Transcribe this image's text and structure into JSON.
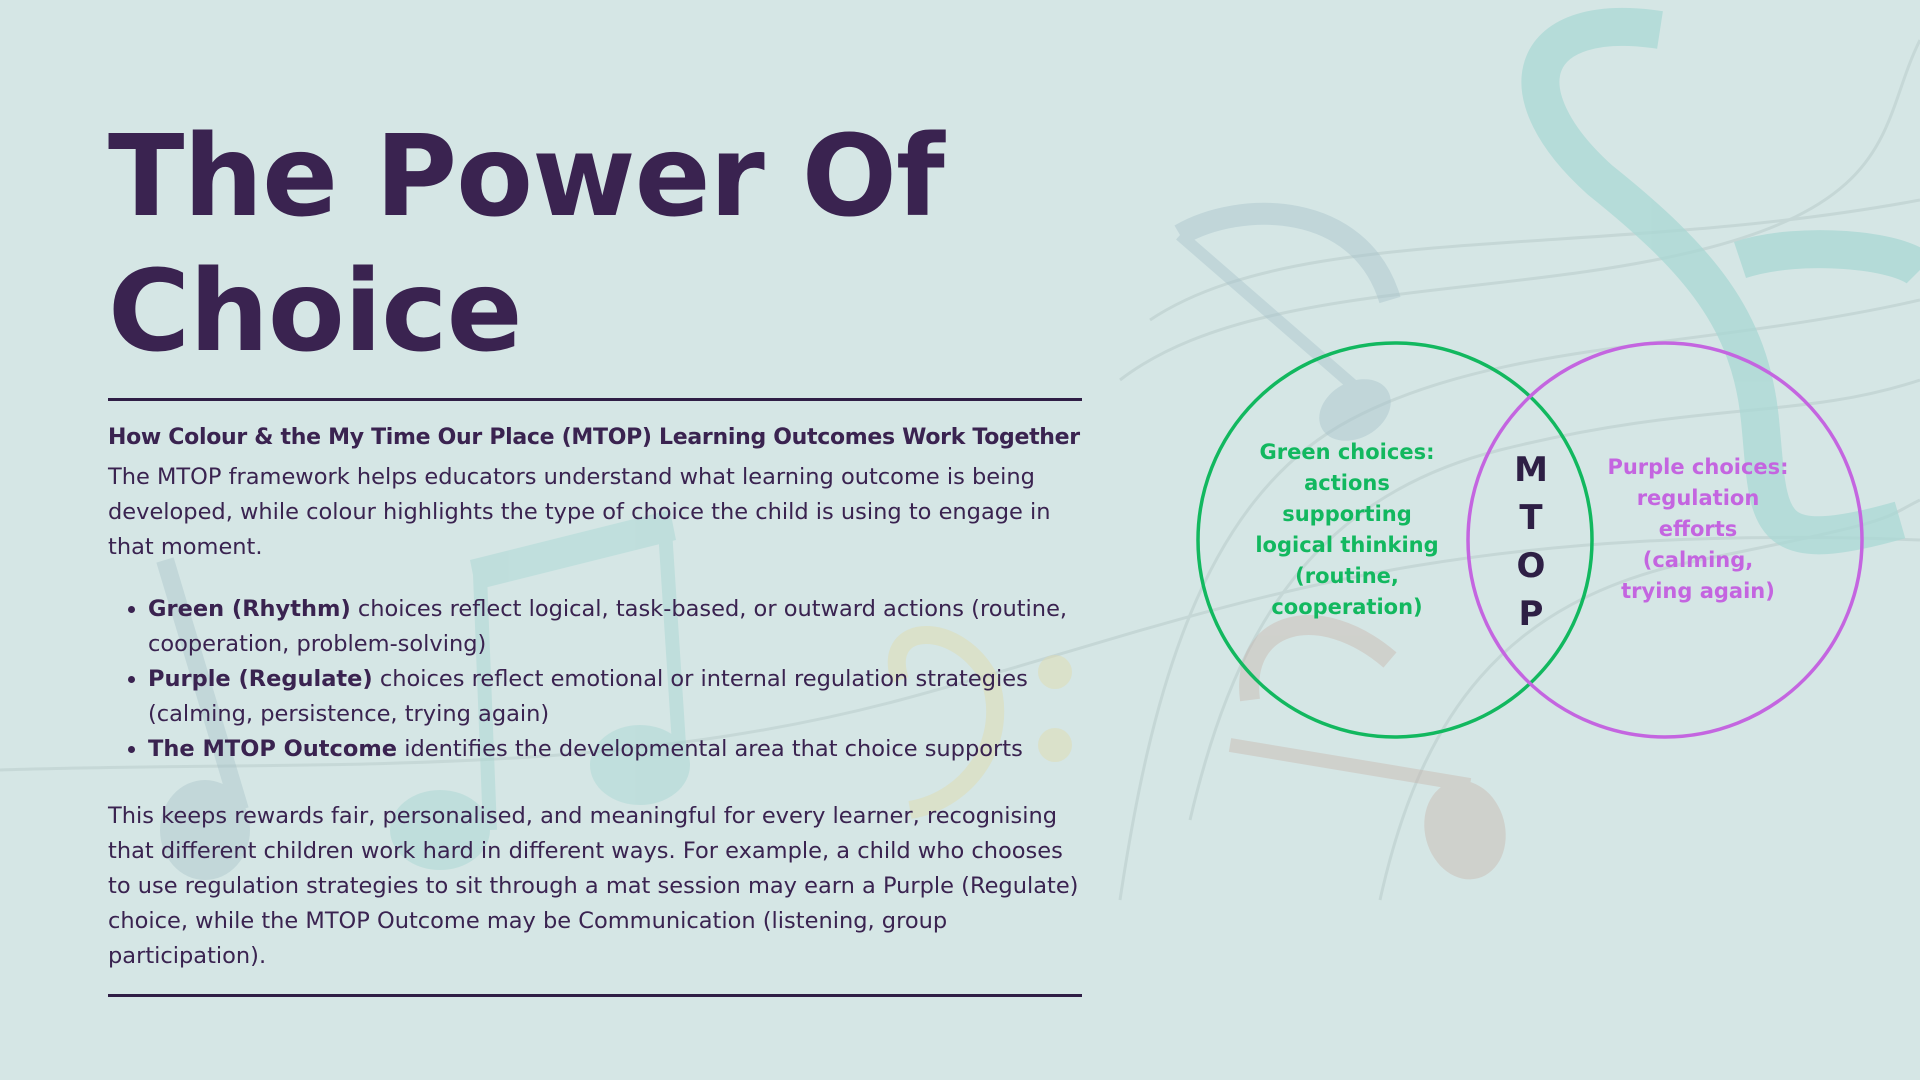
{
  "slide": {
    "title_line1": "The Power Of",
    "title_line2": "Choice",
    "subtitle": "How Colour & the My Time Our Place (MTOP) Learning Outcomes Work Together",
    "intro": "The MTOP framework helps educators understand what learning outcome is being developed, while colour highlights the type of choice the child is using to engage in that moment.",
    "bullets": [
      {
        "bold": "Green (Rhythm)",
        "text": " choices reflect logical, task-based, or outward actions (routine, cooperation, problem-solving)"
      },
      {
        "bold": "Purple (Regulate)",
        "text": " choices reflect emotional or internal regulation strategies (calming, persistence, trying again)"
      },
      {
        "bold": "The MTOP Outcome",
        "text": " identifies the developmental area that choice supports"
      }
    ],
    "closing": "This keeps rewards fair, personalised, and meaningful for every learner, recognising that different children work hard in different ways. For example, a child who chooses to use regulation strategies to sit through a mat session may earn a Purple (Regulate) choice, while the MTOP Outcome may be Communication (listening, group participation)."
  },
  "venn": {
    "left_lines": [
      "Green choices:",
      "actions",
      "supporting",
      "logical thinking",
      "(routine,",
      "cooperation)"
    ],
    "right_lines": [
      "Purple choices:",
      "regulation",
      "efforts",
      "(calming,",
      "trying again)"
    ],
    "center_letters": [
      "M",
      "T",
      "O",
      "P"
    ],
    "left_color": "#12b85f",
    "right_color": "#c465e0",
    "center_color": "#2e1f45"
  },
  "colors": {
    "background": "#d5e6e5",
    "text": "#3a2350"
  }
}
